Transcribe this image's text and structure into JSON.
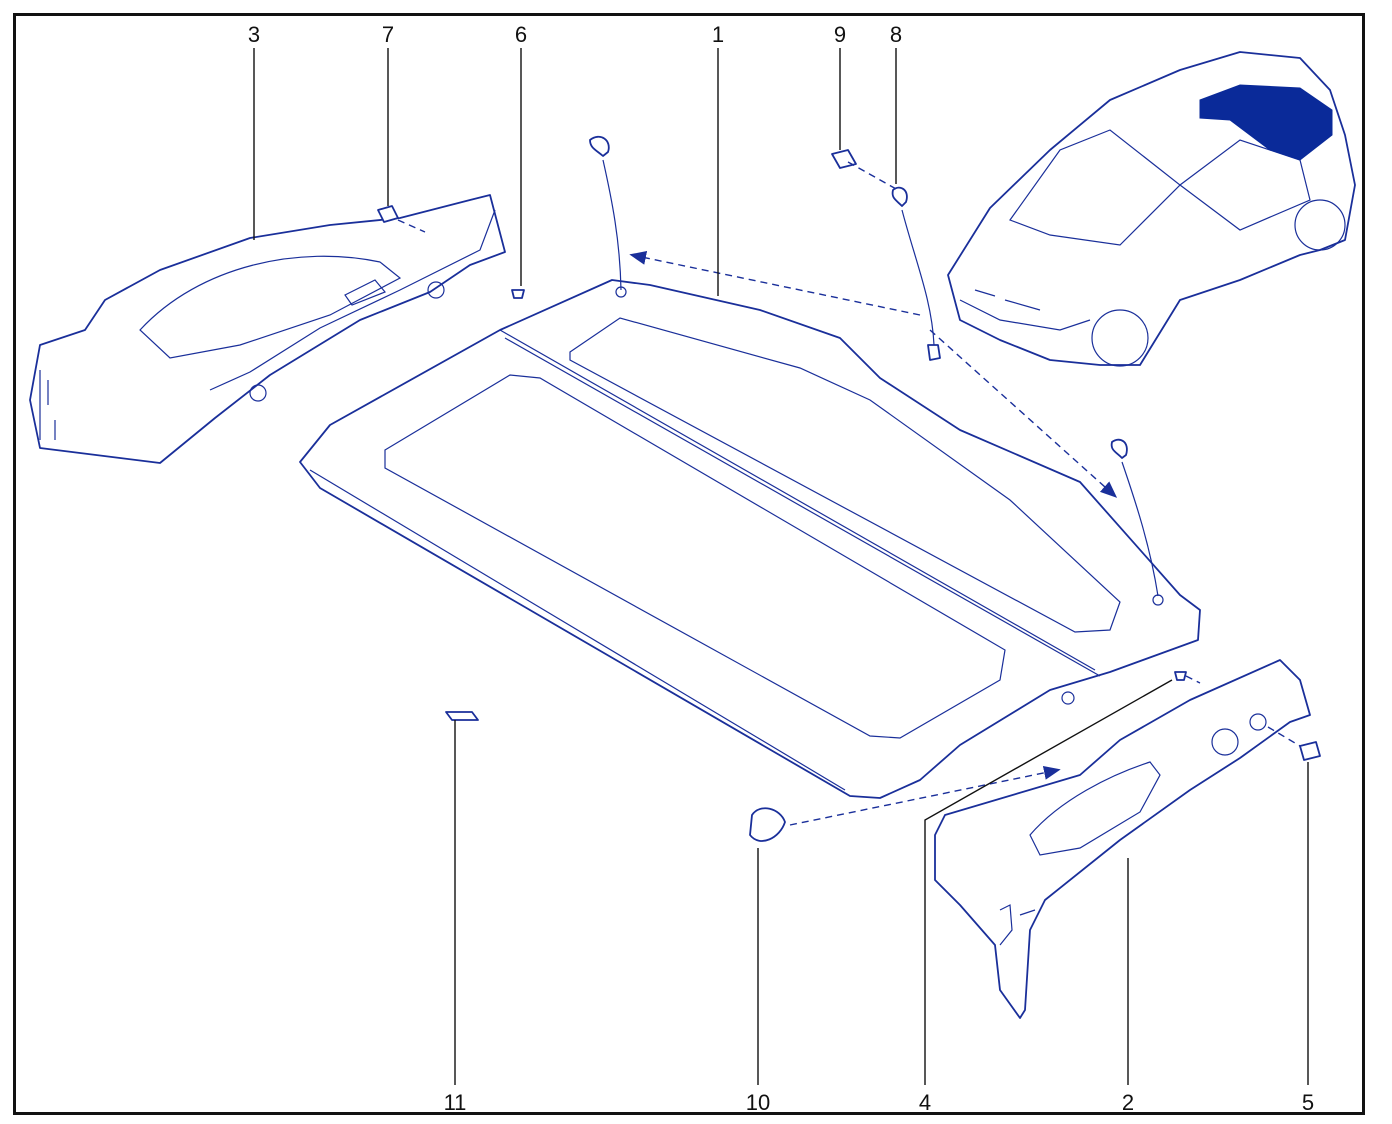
{
  "callouts": [
    {
      "id": "1",
      "label": "1"
    },
    {
      "id": "2",
      "label": "2"
    },
    {
      "id": "3",
      "label": "3"
    },
    {
      "id": "4",
      "label": "4"
    },
    {
      "id": "5",
      "label": "5"
    },
    {
      "id": "6",
      "label": "6"
    },
    {
      "id": "7",
      "label": "7"
    },
    {
      "id": "8",
      "label": "8"
    },
    {
      "id": "9",
      "label": "9"
    },
    {
      "id": "10",
      "label": "10"
    },
    {
      "id": "11",
      "label": "11"
    }
  ],
  "colors": {
    "line": "#1a2f9a",
    "highlight": "#0a2a99",
    "border": "#111111",
    "background": "#ffffff"
  }
}
